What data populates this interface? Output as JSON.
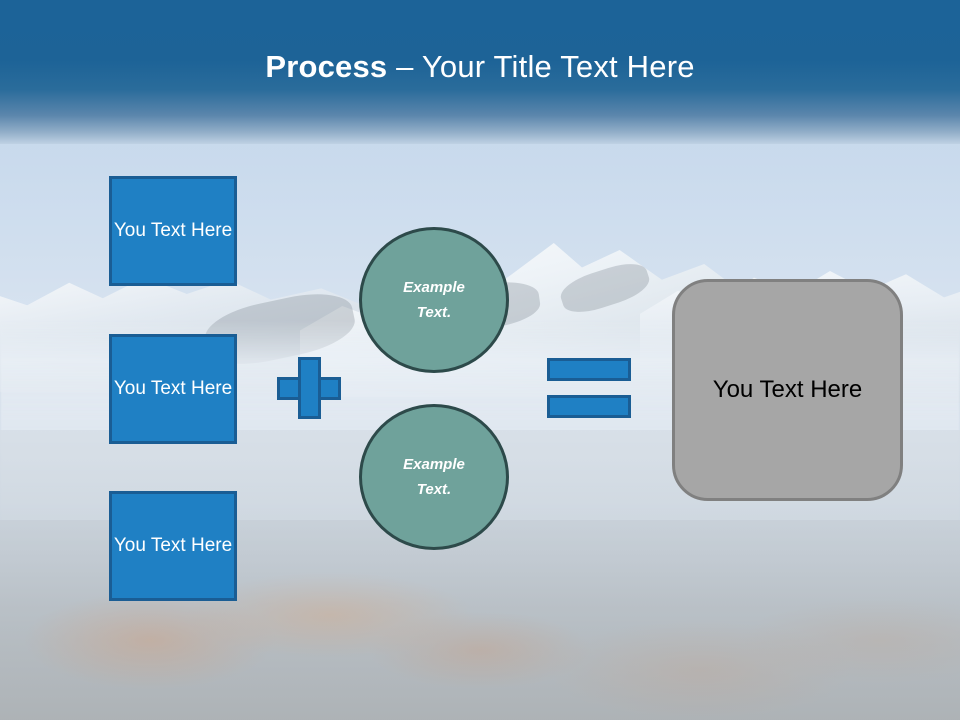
{
  "slide": {
    "title": {
      "strong": "Process",
      "rest": " – Your Title Text Here"
    },
    "inputs": [
      {
        "label": "You Text Here"
      },
      {
        "label": "You Text Here"
      },
      {
        "label": "You Text Here"
      }
    ],
    "operators": {
      "plus": "plus-sign",
      "equals": "equals-sign"
    },
    "circles": [
      {
        "line1": "Example",
        "line2": "Text."
      },
      {
        "line1": "Example",
        "line2": "Text."
      }
    ],
    "result": {
      "label": "You Text Here"
    },
    "colors": {
      "header_blue": "#1c6398",
      "box_blue_fill": "#1f80c4",
      "box_blue_border": "#1a5d94",
      "circle_teal_fill": "#6fa29b",
      "circle_teal_border": "#2d4a4a",
      "result_gray_fill": "#a6a6a6",
      "result_gray_border": "#808080",
      "title_text": "#ffffff",
      "result_text": "#000000"
    }
  }
}
